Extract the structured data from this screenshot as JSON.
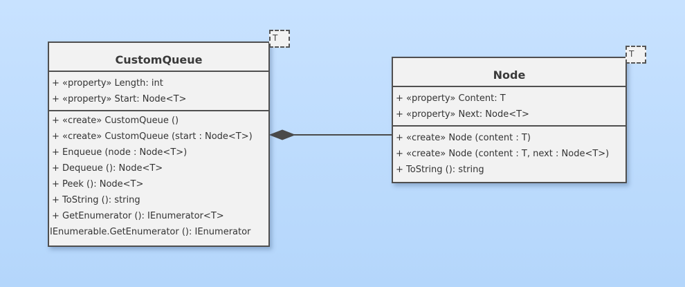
{
  "custom_queue": {
    "name": "CustomQueue",
    "type_param": "T",
    "properties": [
      "+ «property» Length: int",
      "+ «property» Start: Node<T>"
    ],
    "operations": [
      "+ «create» CustomQueue ()",
      "+ «create» CustomQueue (start : Node<T>)",
      "+ Enqueue (node : Node<T>)",
      "+ Dequeue (): Node<T>",
      "+ Peek (): Node<T>",
      "+ ToString (): string",
      "+ GetEnumerator (): IEnumerator<T>",
      "IEnumerable.GetEnumerator (): IEnumerator"
    ]
  },
  "node": {
    "name": "Node",
    "type_param": "T",
    "properties": [
      "+ «property» Content: T",
      "+ «property» Next: Node<T>"
    ],
    "operations": [
      "+ «create» Node (content : T)",
      "+ «create» Node (content : T, next : Node<T>)",
      "+ ToString (): string"
    ]
  },
  "association": {
    "kind": "composition",
    "from": "CustomQueue",
    "to": "Node"
  }
}
